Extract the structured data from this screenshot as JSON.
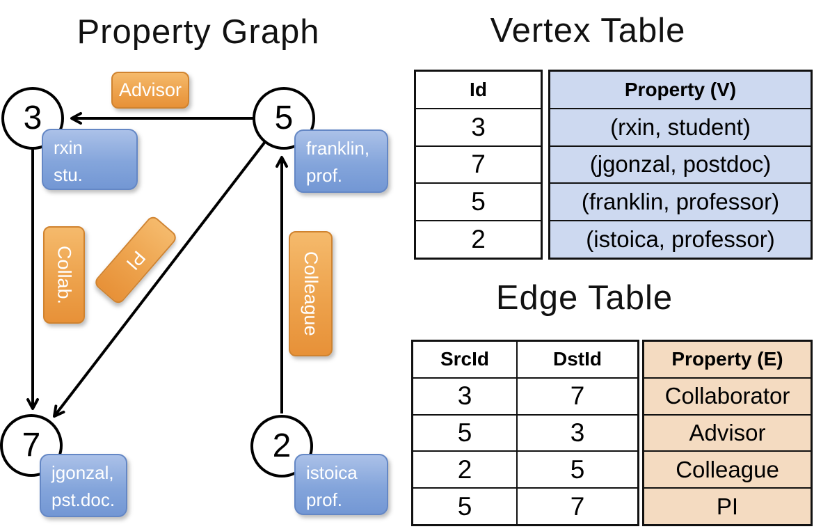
{
  "graph": {
    "title": "Property Graph",
    "nodes": [
      {
        "id": "3",
        "label_lines": [
          "rxin",
          "stu."
        ]
      },
      {
        "id": "5",
        "label_lines": [
          "franklin,",
          "prof."
        ]
      },
      {
        "id": "7",
        "label_lines": [
          "jgonzal,",
          "pst.doc."
        ]
      },
      {
        "id": "2",
        "label_lines": [
          "istoica",
          "prof."
        ]
      }
    ],
    "edges": [
      {
        "src": "5",
        "dst": "3",
        "label": "Advisor"
      },
      {
        "src": "3",
        "dst": "7",
        "label": "Collab."
      },
      {
        "src": "5",
        "dst": "7",
        "label": "PI"
      },
      {
        "src": "2",
        "dst": "5",
        "label": "Colleague"
      }
    ]
  },
  "vertex_table": {
    "title": "Vertex Table",
    "headers": {
      "id": "Id",
      "property": "Property (V)"
    },
    "rows": [
      {
        "id": "3",
        "property": "(rxin, student)"
      },
      {
        "id": "7",
        "property": "(jgonzal, postdoc)"
      },
      {
        "id": "5",
        "property": "(franklin, professor)"
      },
      {
        "id": "2",
        "property": "(istoica, professor)"
      }
    ]
  },
  "edge_table": {
    "title": "Edge Table",
    "headers": {
      "src": "SrcId",
      "dst": "DstId",
      "property": "Property (E)"
    },
    "rows": [
      {
        "src": "3",
        "dst": "7",
        "property": "Collaborator"
      },
      {
        "src": "5",
        "dst": "3",
        "property": "Advisor"
      },
      {
        "src": "2",
        "dst": "5",
        "property": "Colleague"
      },
      {
        "src": "5",
        "dst": "7",
        "property": "PI"
      }
    ]
  },
  "colors": {
    "edge_label_orange": "#EDA24C",
    "node_label_blue": "#84A5DB",
    "vertex_table_cell_blue": "#CDD9F0",
    "edge_table_cell_tan": "#F4DBC1",
    "node_fill": "#FFFFFF",
    "line_black": "#000000"
  }
}
